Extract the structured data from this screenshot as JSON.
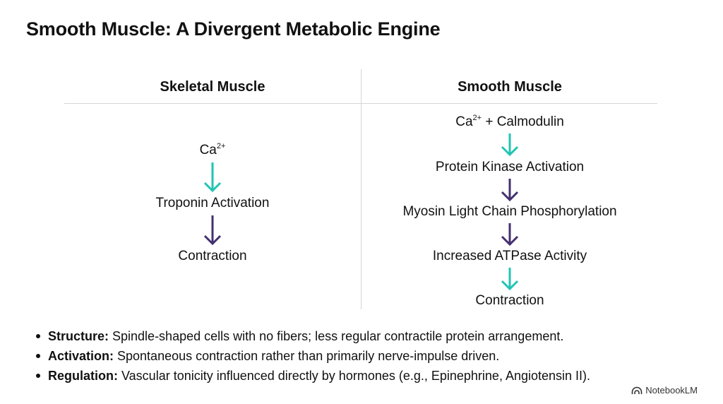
{
  "title": "Smooth Muscle: A Divergent Metabolic Engine",
  "colors": {
    "teal_arrow": "#22c4b4",
    "purple_arrow": "#44306f",
    "text": "#111111",
    "rule": "#d6d6d6"
  },
  "left": {
    "heading": "Skeletal Muscle",
    "steps": [
      {
        "base": "Ca",
        "sup": "2+",
        "rest": ""
      },
      {
        "base": "Troponin Activation",
        "sup": "",
        "rest": ""
      },
      {
        "base": "Contraction",
        "sup": "",
        "rest": ""
      }
    ],
    "arrows": [
      "teal",
      "purple"
    ]
  },
  "right": {
    "heading": "Smooth Muscle",
    "steps": [
      {
        "base": "Ca",
        "sup": "2+",
        "rest": " + Calmodulin"
      },
      {
        "base": "Protein Kinase Activation",
        "sup": "",
        "rest": ""
      },
      {
        "base": "Myosin Light Chain Phosphorylation",
        "sup": "",
        "rest": ""
      },
      {
        "base": "Increased ATPase Activity",
        "sup": "",
        "rest": ""
      },
      {
        "base": "Contraction",
        "sup": "",
        "rest": ""
      }
    ],
    "arrows": [
      "teal",
      "purple",
      "purple",
      "teal"
    ]
  },
  "bullets": [
    {
      "label": "Structure:",
      "text": " Spindle-shaped cells with no fibers; less regular contractile protein arrangement."
    },
    {
      "label": "Activation:",
      "text": " Spontaneous contraction rather than primarily nerve-impulse driven."
    },
    {
      "label": "Regulation:",
      "text": " Vascular tonicity influenced directly by hormones (e.g., Epinephrine, Angiotensin II)."
    }
  ],
  "brand": {
    "icon": "notebooklm-logo-icon",
    "label": "NotebookLM"
  }
}
